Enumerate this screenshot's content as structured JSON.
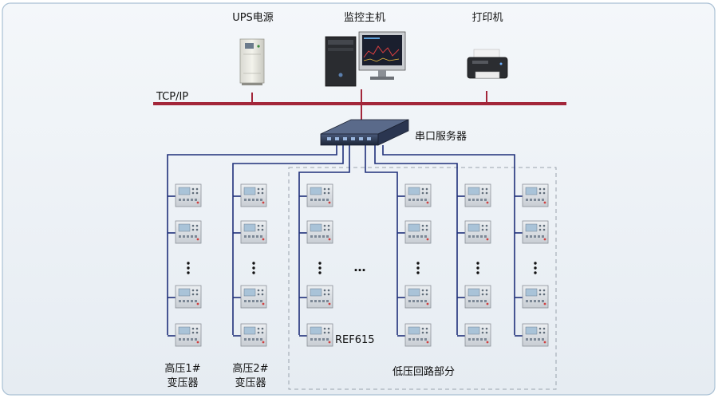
{
  "labels": {
    "ups": "UPS电源",
    "host": "监控主机",
    "printer": "打印机",
    "network": "TCP/IP",
    "serial_server": "串口服务器",
    "device_model": "REF615",
    "ellipsis_h": "…",
    "hv1_line1": "高压1#",
    "hv1_line2": "变压器",
    "hv2_line1": "高压2#",
    "hv2_line2": "变压器",
    "lv_group": "低压回路部分"
  },
  "colors": {
    "network_bus": "#a3263a",
    "serial_line": "#1f2f7a",
    "panel_background": "#eef2f6",
    "panel_border": "#a9c0d4"
  },
  "columns": [
    {
      "id": "hv1",
      "group": "high-voltage"
    },
    {
      "id": "hv2",
      "group": "high-voltage"
    },
    {
      "id": "lv1",
      "group": "low-voltage"
    },
    {
      "id": "lv2",
      "group": "low-voltage"
    },
    {
      "id": "lv3",
      "group": "low-voltage"
    },
    {
      "id": "lv4",
      "group": "low-voltage"
    }
  ],
  "icons": {
    "ups": "ups-cabinet-icon",
    "host": "computer-workstation-icon",
    "printer": "printer-icon",
    "serial_server": "network-switch-icon",
    "device": "protection-relay-icon"
  }
}
